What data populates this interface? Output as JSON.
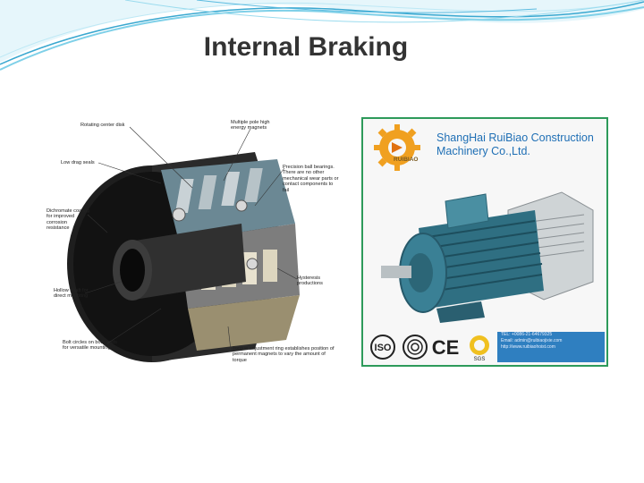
{
  "slide": {
    "title": "Internal Braking"
  },
  "diagram": {
    "callouts": [
      {
        "id": "c1",
        "text": "Rotating center disk"
      },
      {
        "id": "c2",
        "text": "Multiple pole high energy magnets"
      },
      {
        "id": "c3",
        "text": "Low drag seals"
      },
      {
        "id": "c4",
        "text": "Precision ball bearings. There are no other mechanical wear parts or contact components to fail"
      },
      {
        "id": "c5",
        "text": "Dichromate coating for improved corrosion resistance"
      },
      {
        "id": "c6",
        "text": "Hysteresis productions"
      },
      {
        "id": "c7",
        "text": "Hollow shaft for direct mounting"
      },
      {
        "id": "c8",
        "text": "Bolt circles on both ends for versatile mounting"
      },
      {
        "id": "c9",
        "text": "Torque adjustment ring establishes position of permanent magnets to vary the amount of torque"
      }
    ]
  },
  "advert": {
    "logo_text": "RUIBIAO",
    "company_line1": "ShangHai RuiBiao Construction",
    "company_line2": "Machinery Co.,Ltd.",
    "cert_labels": [
      "ISO",
      "CCC",
      "CE",
      "SGS"
    ],
    "contact_lines": [
      "TEL: +0086-21-64679325",
      "Email: admin@ruibiaojixie.com",
      "http://www.ruibiaohoist.com"
    ]
  }
}
